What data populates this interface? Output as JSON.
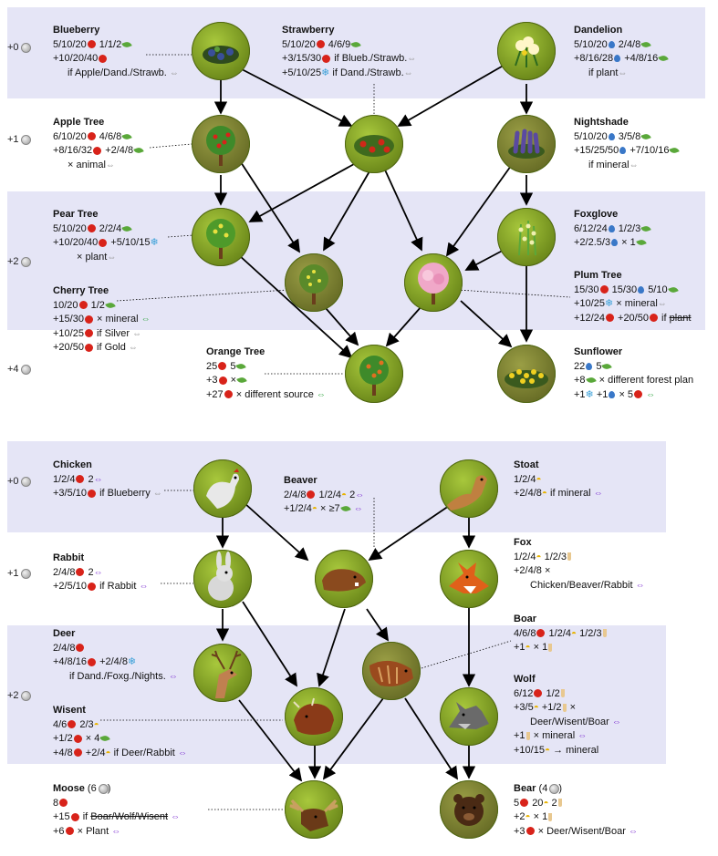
{
  "plants": {
    "tiers": {
      "t0": "+0",
      "t1": "+1",
      "t2": "+2",
      "t4": "+4"
    },
    "blueberry": {
      "name": "Blueberry",
      "l1": "5/10/20",
      "l1b": "1/1/2",
      "l2": "+10/20/40",
      "l3": "if Apple/Dand./Strawb."
    },
    "strawberry": {
      "name": "Strawberry",
      "l1": "5/10/20",
      "l1b": "4/6/9",
      "l2a": "+3/15/30",
      "l2b": "if Blueb./Strawb.",
      "l3a": "+5/10/25",
      "l3b": "if Dand./Strawb."
    },
    "dandelion": {
      "name": "Dandelion",
      "l1": "5/10/20",
      "l1b": "2/4/8",
      "l2a": "+8/16/28",
      "l2b": "+4/8/16",
      "l3": "if plant"
    },
    "apple": {
      "name": "Apple Tree",
      "l1": "6/10/20",
      "l1b": "4/6/8",
      "l2a": "+8/16/32",
      "l2b": "+2/4/8",
      "l3": "× animal"
    },
    "nightshade": {
      "name": "Nightshade",
      "l1": "5/10/20",
      "l1b": "3/5/8",
      "l2a": "+15/25/50",
      "l2b": "+7/10/16",
      "l3": "if mineral"
    },
    "pear": {
      "name": "Pear Tree",
      "l1": "5/10/20",
      "l1b": "2/2/4",
      "l2a": "+10/20/40",
      "l2b": "+5/10/15",
      "l3": "× plant"
    },
    "foxglove": {
      "name": "Foxglove",
      "l1": "6/12/24",
      "l1b": "1/2/3",
      "l2a": "+2/2.5/3",
      "l2b": "× 1"
    },
    "plum": {
      "name": "Plum Tree",
      "l1a": "15/30",
      "l1b": "15/30",
      "l1c": "5/10",
      "l2a": "+10/25",
      "l2b": "× mineral",
      "l3a": "+12/24",
      "l3b": "+20/50",
      "l3c": "if",
      "l3d": "plant"
    },
    "cherry": {
      "name": "Cherry Tree",
      "l1": "10/20",
      "l1b": "1/2",
      "l2a": "+15/30",
      "l2b": "× mineral",
      "l3a": "+10/25",
      "l3b": "if Silver",
      "l4a": "+20/50",
      "l4b": "if Gold"
    },
    "orange": {
      "name": "Orange Tree",
      "l1": "25",
      "l1b": "5",
      "l2a": "+3",
      "l2b": "×",
      "l3a": "+27",
      "l3b": "× different source"
    },
    "sunflower": {
      "name": "Sunflower",
      "l1": "22",
      "l1b": "5",
      "l2a": "+8",
      "l2b": "× different forest plan",
      "l3a": "+1",
      "l3b": "+1",
      "l3c": "× 5"
    }
  },
  "animals": {
    "tiers": {
      "t0": "+0",
      "t1": "+1",
      "t2": "+2",
      "t4": ""
    },
    "chicken": {
      "name": "Chicken",
      "l1": "1/2/4",
      "l1b": "2",
      "l2": "+3/5/10",
      "l2b": "if Blueberry"
    },
    "beaver": {
      "name": "Beaver",
      "l1": "2/4/8",
      "l1b": "1/2/4",
      "l1c": "2",
      "l2a": "+1/2/4",
      "l2b": "× ≥7"
    },
    "stoat": {
      "name": "Stoat",
      "l1": "1/2/4",
      "l2a": "+2/4/8",
      "l2b": "if mineral"
    },
    "rabbit": {
      "name": "Rabbit",
      "l1": "2/4/8",
      "l1b": "2",
      "l2": "+2/5/10",
      "l2b": "if Rabbit"
    },
    "fox": {
      "name": "Fox",
      "l1": "1/2/4",
      "l1b": "1/2/3",
      "l2": "+2/4/8 ×",
      "l3": "Chicken/Beaver/Rabbit"
    },
    "deer": {
      "name": "Deer",
      "l1": "2/4/8",
      "l2a": "+4/8/16",
      "l2b": "+2/4/8",
      "l3": "if Dand./Foxg./Nights."
    },
    "boar": {
      "name": "Boar",
      "l1": "4/6/8",
      "l1b": "1/2/4",
      "l1c": "1/2/3",
      "l2a": "+1",
      "l2b": "× 1"
    },
    "wisent": {
      "name": "Wisent",
      "l1": "4/6",
      "l1b": "2/3",
      "l2a": "+1/2",
      "l2b": "× 4",
      "l3a": "+4/8",
      "l3b": "+2/4",
      "l3c": "if Deer/Rabbit"
    },
    "wolf": {
      "name": "Wolf",
      "l1": "6/12",
      "l1b": "1/2",
      "l2a": "+3/5",
      "l2b": "+1/2",
      "l2c": "×",
      "l3": "Deer/Wisent/Boar",
      "l4a": "+1",
      "l4b": "× mineral",
      "l5a": "+10/15",
      "l5b": "→ mineral"
    },
    "moose": {
      "name": "Moose",
      "name2": "(6",
      "name3": ")",
      "l1": "8",
      "l2a": "+15",
      "l2b": "if",
      "l2c": "Boar/Wolf/Wisent",
      "l3a": "+6",
      "l3b": "× Plant"
    },
    "bear": {
      "name": "Bear",
      "name2": "(4",
      "name3": ")",
      "l1": "5",
      "l1b": "20",
      "l1c": "2",
      "l2a": "+2",
      "l2b": "× 1",
      "l3a": "+3",
      "l3b": "× Deer/Wisent/Boar"
    }
  },
  "symbols": {
    "exchange": "⇔",
    "purple_arrow": "⇔",
    "snow": "❄",
    "chick": "◓"
  },
  "colors": {
    "band": "#e5e5f6",
    "node_light": "#8cab28",
    "node_dark": "#6b7028",
    "apple": "#d8231a",
    "leaf": "#5aa83a",
    "water": "#3a78c8"
  }
}
